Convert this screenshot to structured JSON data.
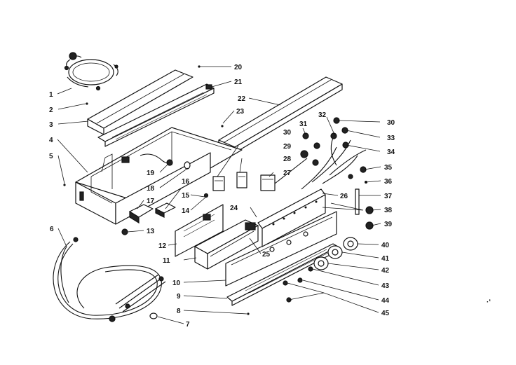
{
  "diagram": {
    "callouts": [
      "1",
      "2",
      "3",
      "4",
      "5",
      "6",
      "7",
      "8",
      "9",
      "10",
      "11",
      "12",
      "13",
      "14",
      "15",
      "16",
      "17",
      "18",
      "19",
      "20",
      "21",
      "22",
      "23",
      "24",
      "25",
      "26",
      "27",
      "28",
      "29",
      "30",
      "31",
      "32",
      "30",
      "33",
      "34",
      "35",
      "36",
      "37",
      "38",
      "39",
      "40",
      "41",
      "42",
      "43",
      "44",
      "45"
    ],
    "margin_mark": "·ʻ"
  }
}
